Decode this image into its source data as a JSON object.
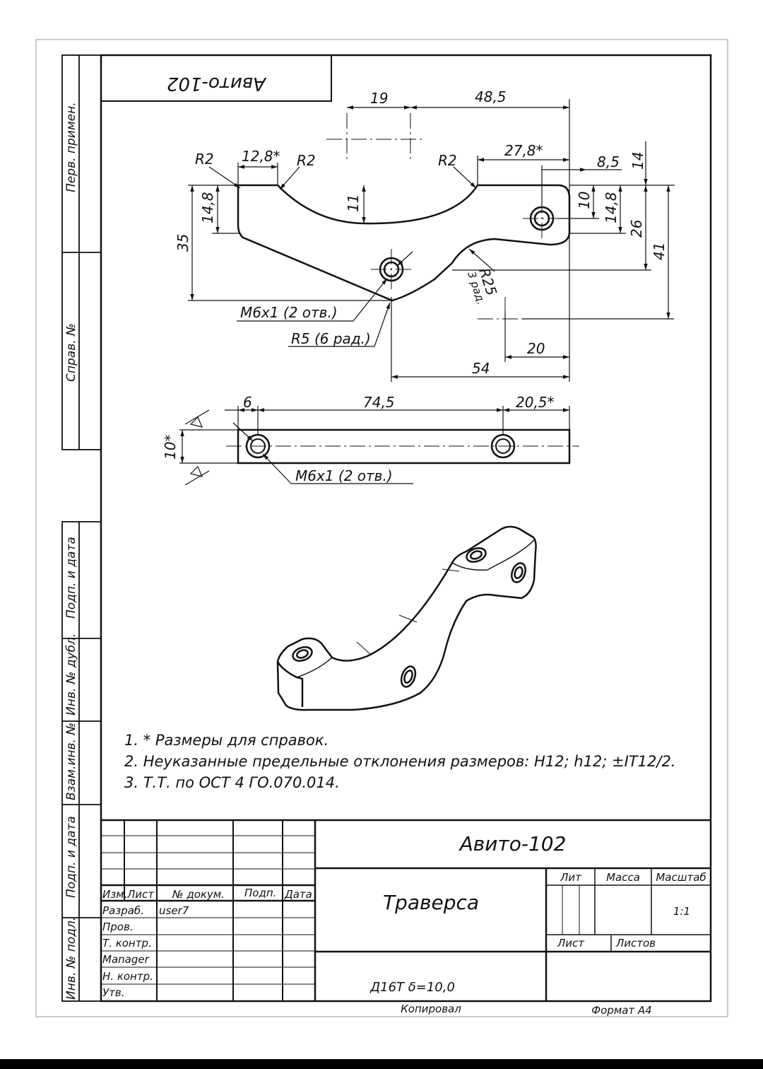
{
  "stamp_top": "Авито-102",
  "side_labels": {
    "perv_primen": "Перв. примен.",
    "sprav_no": "Справ. №",
    "podp_data_1": "Подп. и дата",
    "inv_dubl": "Инв. № дубл.",
    "vzam_inv": "Взам.инв. №",
    "podp_data_2": "Подп. и дата",
    "inv_podl": "Инв. № подл."
  },
  "dimensions": {
    "d19": "19",
    "d48_5": "48,5",
    "d12_8": "12,8*",
    "d27_8": "27,8*",
    "d8_5": "8,5",
    "d14": "14",
    "r2_a": "R2",
    "r2_b": "R2",
    "r2_c": "R2",
    "d11": "11",
    "d14_8_left": "14,8",
    "d35": "35",
    "d10": "10",
    "d14_8_right": "14,8",
    "d26": "26",
    "d41": "41",
    "r25": "R25",
    "r25_note": "3 рад.",
    "thread_top": "M6x1 (2 отв.)",
    "r5": "R5 (6 рад.)",
    "d20": "20",
    "d54": "54",
    "d6": "6",
    "d74_5": "74,5",
    "d20_5": "20,5*",
    "d10_star": "10*",
    "thread_side": "M6x1 (2 отв.)"
  },
  "notes": [
    "1. * Размеры для справок.",
    "2. Неуказанные предельные отклонения размеров: H12; h12; ±IT12/2.",
    "3. Т.Т. по ОСТ 4 ГО.070.014."
  ],
  "title_block": {
    "designation": "Авито-102",
    "name": "Траверса",
    "material": "Д16Т δ=10,0",
    "headers": {
      "izm": "Изм.",
      "list": "Лист",
      "doc": "№ докум.",
      "podp": "Подп.",
      "data": "Дата"
    },
    "roles": [
      "Разраб.",
      "Пров.",
      "Т. контр.",
      "Manager",
      "Н. контр.",
      "Утв."
    ],
    "developer": "user7",
    "lit": "Лит",
    "mass": "Масса",
    "scale_label": "Масштаб",
    "scale": "1:1",
    "sheet": "Лист",
    "sheets": "Листов",
    "copied": "Копировал",
    "format": "Формат А4"
  }
}
